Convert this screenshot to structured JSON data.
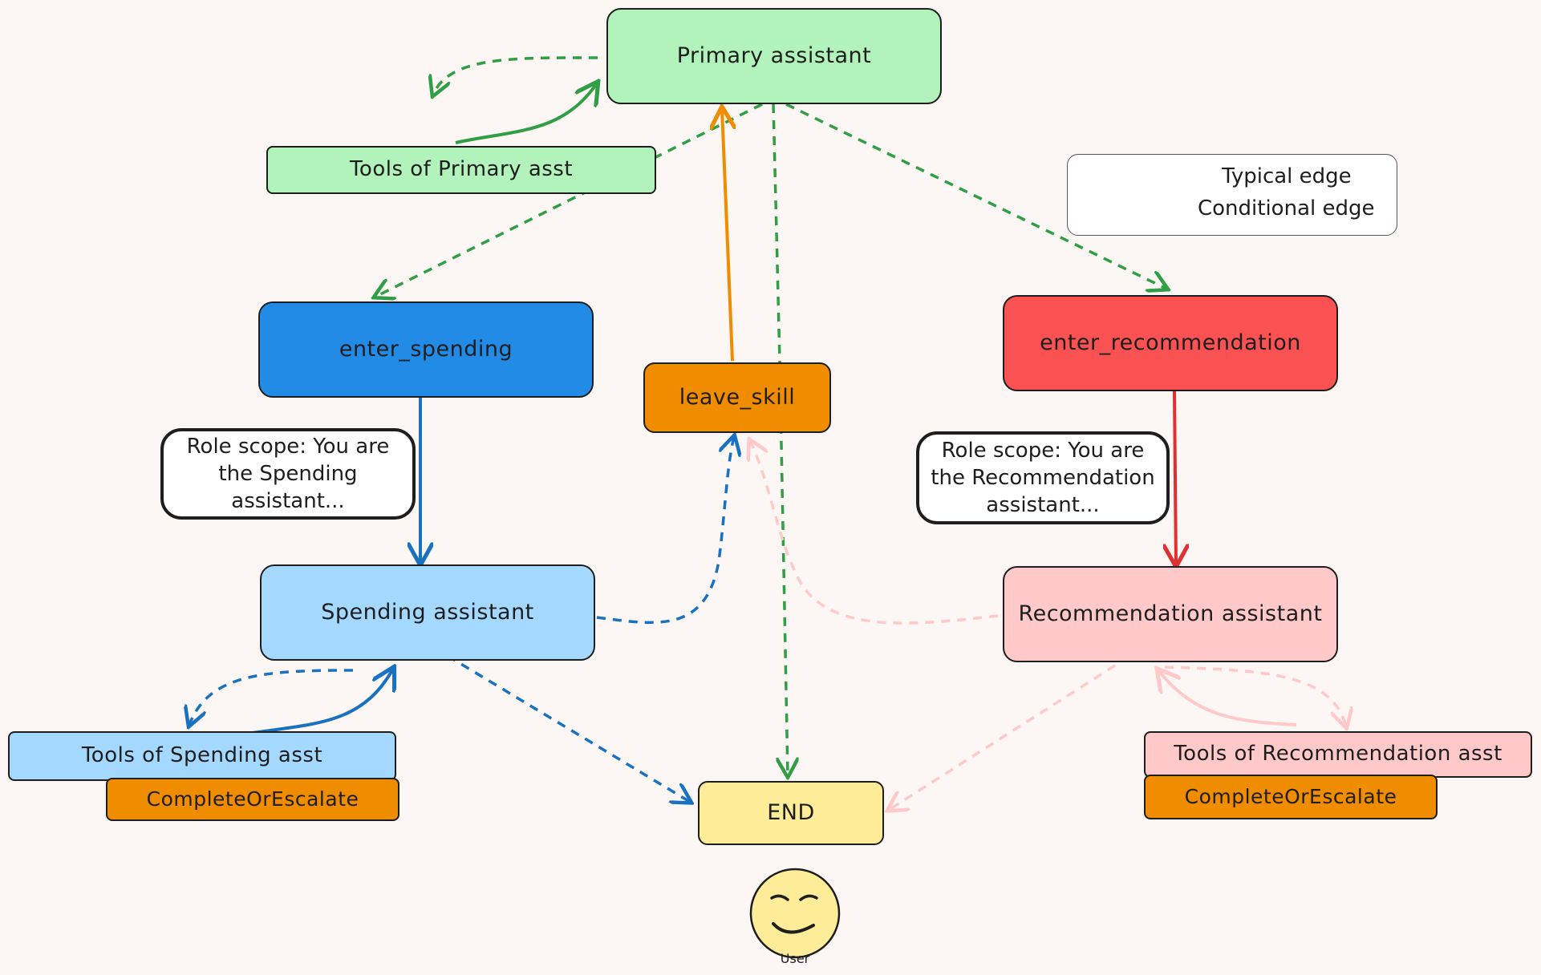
{
  "nodes": {
    "primary_assistant": "Primary assistant",
    "tools_primary": "Tools of Primary asst",
    "enter_spending": "enter_spending",
    "leave_skill": "leave_skill",
    "enter_recommendation": "enter_recommendation",
    "spending_assistant": "Spending assistant",
    "recommendation_assistant": "Recommendation assistant",
    "tools_spending": "Tools of Spending asst",
    "tools_recommendation": "Tools of Recommendation asst",
    "complete_or_escalate_left": "CompleteOrEscalate",
    "complete_or_escalate_right": "CompleteOrEscalate",
    "end": "END"
  },
  "notes": {
    "spending_role": "Role scope: You are the Spending assistant...",
    "recommendation_role": "Role scope: You are the Recommendation assistant..."
  },
  "legend": {
    "typical": "Typical edge",
    "conditional": "Conditional edge"
  },
  "user": {
    "label": "User"
  },
  "colors": {
    "background": "#fcf6f4",
    "primary_green": "#b2f2bb",
    "edge_green": "#2f9e44",
    "spending_blue": "#228be6",
    "spending_light": "#a5d8ff",
    "edge_blue": "#1971c2",
    "leave_orange": "#f08c00",
    "recommendation_red": "#fa5252",
    "recommendation_light": "#ffc9c9",
    "edge_red": "#e03131",
    "end_yellow": "#ffec99",
    "stroke": "#1e1e1e"
  }
}
